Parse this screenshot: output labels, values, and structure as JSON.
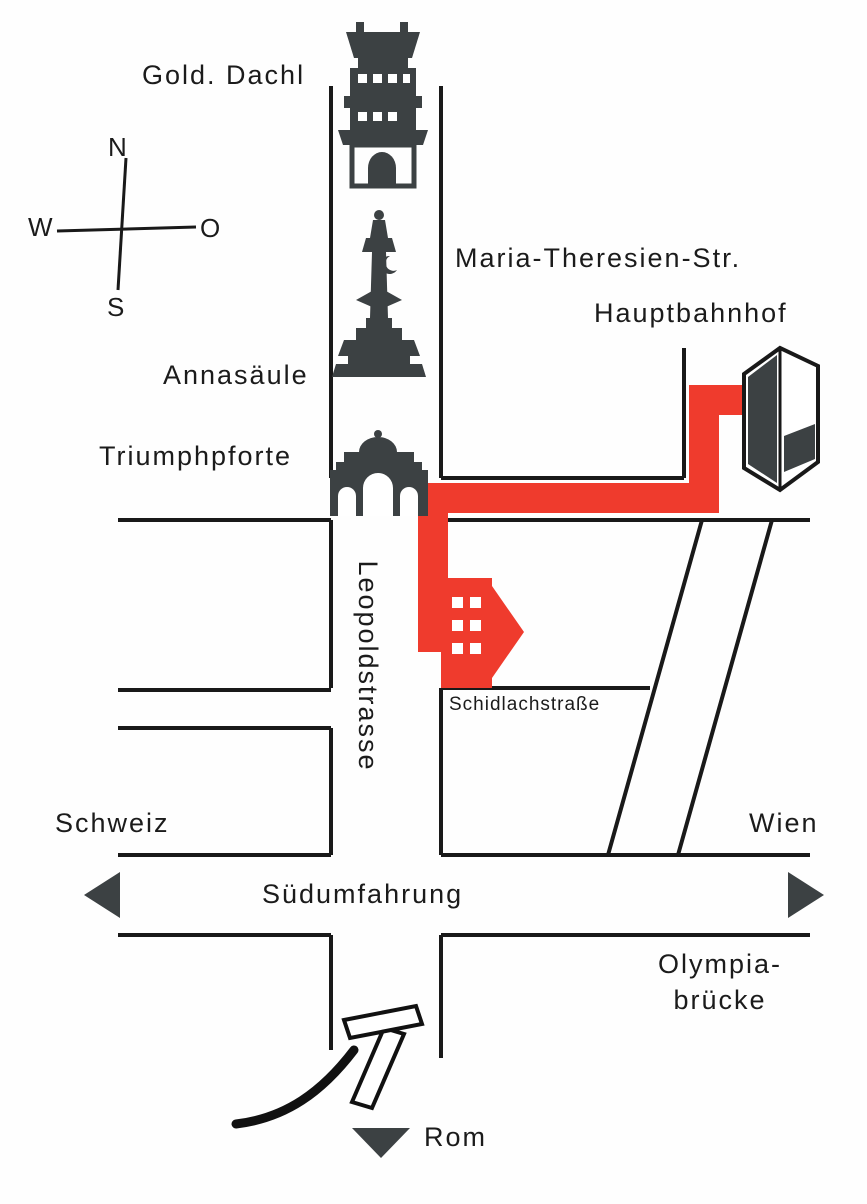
{
  "labels": {
    "gold_dachl": "Gold. Dachl",
    "maria_theresien_str": "Maria-Theresien-Str.",
    "hauptbahnhof": "Hauptbahnhof",
    "annasaeule": "Annasäule",
    "triumphpforte": "Triumphpforte",
    "leopoldstrasse": "Leopoldstrasse",
    "schidlachstrasse": "Schidlachstraße",
    "schweiz": "Schweiz",
    "wien": "Wien",
    "suedumfahrung": "Südumfahrung",
    "olympia_line1": "Olympia-",
    "olympia_line2": "brücke",
    "rom": "Rom"
  },
  "compass": {
    "n": "N",
    "o": "O",
    "s": "S",
    "w": "W"
  },
  "colors": {
    "route_red": "#ef3b2d",
    "ink": "#191919",
    "monument_dark": "#3c4143",
    "background": "#ffffff"
  },
  "icons": {
    "goldenes_dachl": "goldenes-dachl-icon",
    "annasaeule": "annasaeule-icon",
    "triumphpforte": "triumphpforte-icon",
    "hauptbahnhof": "hauptbahnhof-icon",
    "destination_building": "destination-building-icon",
    "flyover": "flyover-icon",
    "compass_rose": "compass-rose",
    "arrow_west": "arrow-west-icon",
    "arrow_east": "arrow-east-icon",
    "arrow_south": "arrow-south-icon"
  }
}
